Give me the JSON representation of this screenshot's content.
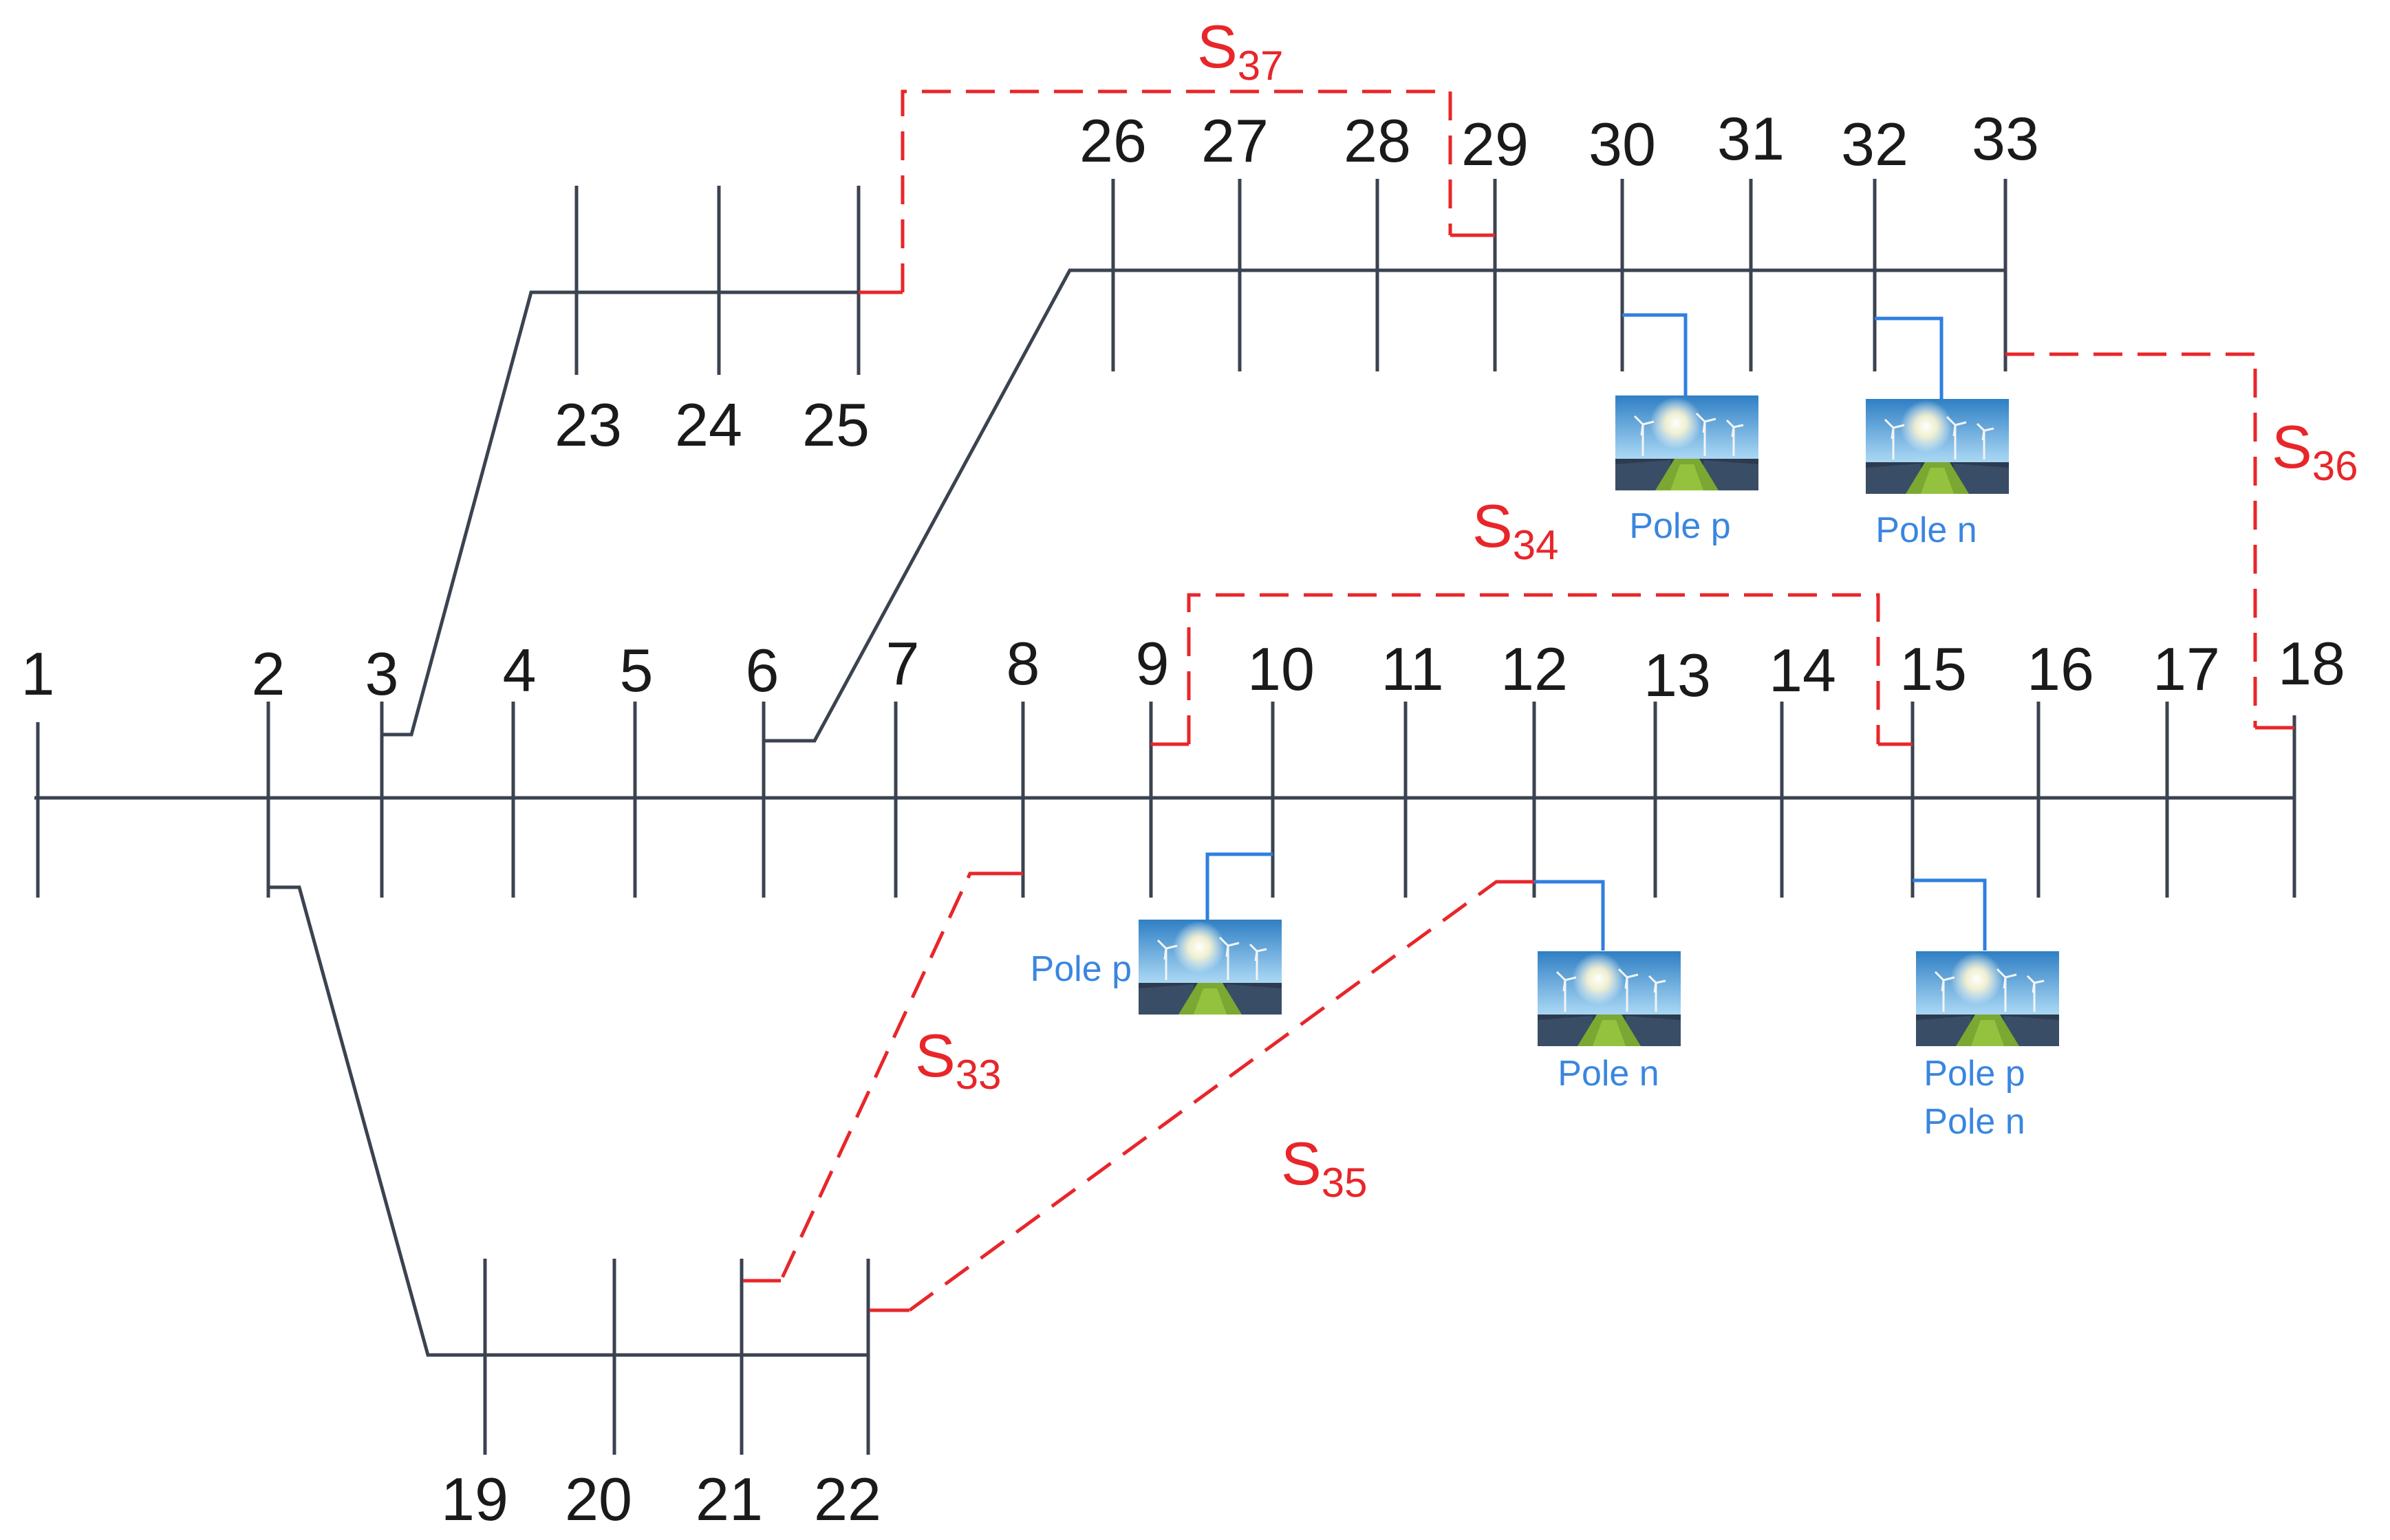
{
  "buses": {
    "b1": "1",
    "b2": "2",
    "b3": "3",
    "b4": "4",
    "b5": "5",
    "b6": "6",
    "b7": "7",
    "b8": "8",
    "b9": "9",
    "b10": "10",
    "b11": "11",
    "b12": "12",
    "b13": "13",
    "b14": "14",
    "b15": "15",
    "b16": "16",
    "b17": "17",
    "b18": "18",
    "b19": "19",
    "b20": "20",
    "b21": "21",
    "b22": "22",
    "b23": "23",
    "b24": "24",
    "b25": "25",
    "b26": "26",
    "b27": "27",
    "b28": "28",
    "b29": "29",
    "b30": "30",
    "b31": "31",
    "b32": "32",
    "b33": "33"
  },
  "switches": {
    "s33": {
      "main": "S",
      "sub": "33"
    },
    "s34": {
      "main": "S",
      "sub": "34"
    },
    "s35": {
      "main": "S",
      "sub": "35"
    },
    "s36": {
      "main": "S",
      "sub": "36"
    },
    "s37": {
      "main": "S",
      "sub": "37"
    }
  },
  "dg_units": {
    "dg10": {
      "label": "Pole p"
    },
    "dg12": {
      "label": "Pole n"
    },
    "dg15": {
      "label1": "Pole p",
      "label2": "Pole n"
    },
    "dg30": {
      "label": "Pole p"
    },
    "dg32": {
      "label": "Pole n"
    }
  },
  "colors": {
    "feeder": "#3b4350",
    "tie_switch": "#e8262a",
    "dg_connection": "#2f7fe0"
  }
}
